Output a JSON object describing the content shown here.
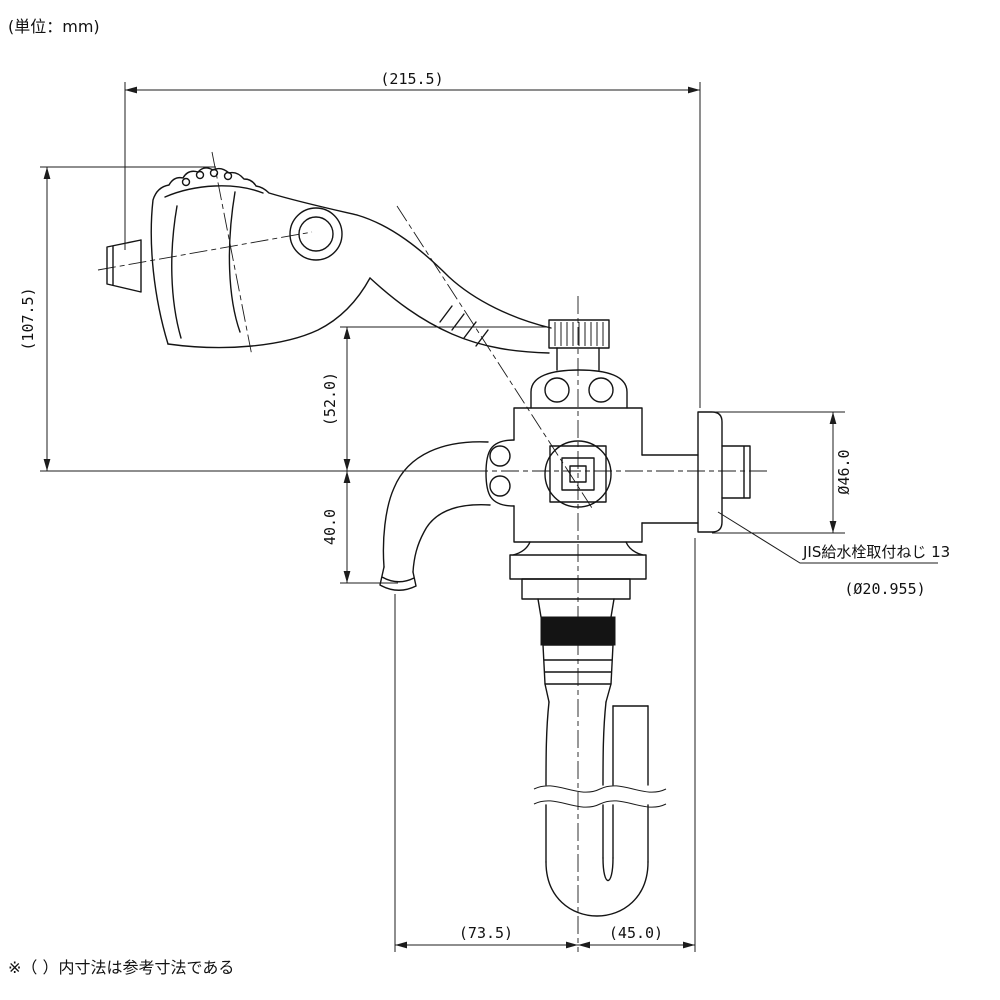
{
  "notes": {
    "unit": "(単位：mm)",
    "reference": "※（ ）内寸法は参考寸法である"
  },
  "dimensions": {
    "overall_width": "(215.5)",
    "overall_height": "(107.5)",
    "riser_height": "(52.0)",
    "spout_drop": "40.0",
    "flange_diameter": "Ø46.0",
    "spout_reach": "(73.5)",
    "wall_offset": "(45.0)"
  },
  "callouts": {
    "thread_spec": "JIS給水栓取付ねじ 13",
    "thread_diameter": "(Ø20.955)"
  },
  "colors": {
    "line": "#141414",
    "background": "#ffffff"
  }
}
